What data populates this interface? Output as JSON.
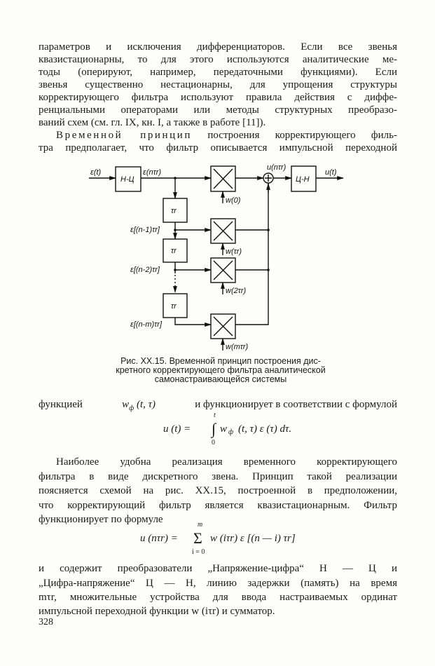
{
  "top_text": {
    "lines": [
      "параметров и исключения дифференциаторов. Если все звенья",
      "квазистационарны, то для этого используются аналитические ме-",
      "тоды (оперируют, например, передаточными функциями). Если",
      "звенья существенно нестационарны, для упрощения структуры",
      "корректирующего фильтра используют правила действия с диффе-",
      "ренциальными операторами или методы структурных преобразо-",
      "ваний схем (см. гл. IX, кн. I, а также в работе [11]).",
      "Временной принцип построения корректирующего филь-",
      "тра предполагает, что фильтр описывается импульсной переходной"
    ],
    "spaced_phrase": "Временной принцип",
    "line8_rest": " построения корректирующего филь-"
  },
  "figure": {
    "labels": {
      "input": "ε(t)",
      "adc": "Н-Ц",
      "e_n": "ε(nτr)",
      "u_n": "u(nτr)",
      "dac": "Ц-Н",
      "output": "u(t)",
      "delay": "τr",
      "e_n1": "ε[(n-1)τr]",
      "e_n2": "ε[(n-2)τr]",
      "e_nm": "ε[(n-m)τr]",
      "w0": "w(0)",
      "w1": "w(τr)",
      "w2": "w(2τr)",
      "wm": "w(mτr)"
    },
    "caption": [
      "Рис. XX.15. Временной принцип построения дис-",
      "кретного корректирующего фильтра аналитической",
      "самонастраивающейся системы"
    ]
  },
  "middle_text": {
    "line1_a": "функцией",
    "line1_w": "w",
    "line1_sub": "ф",
    "line1_b": "(t, τ)",
    "line1_c": "и функционирует в соответствии с формулой",
    "formula1": {
      "lhs": "u (t) =",
      "int": "∫",
      "upper": "t",
      "lower": "0",
      "w": "w",
      "sub": "ф",
      "rest": "(t, τ) ε (τ) dτ."
    }
  },
  "para2": {
    "lines": [
      "Наиболее удобна реализация временного корректирующего",
      "фильтра в виде дискретного звена. Принцип такой реализации",
      "поясняется схемой на рис. XX.15, построенной в предположении,",
      "что корректирующий фильтр является квазистационарным. Фильтр",
      "функционирует по формуле"
    ],
    "formula2": {
      "lhs": "u (nτr) =",
      "sum": "Σ",
      "upper": "m",
      "lower": "i = 0",
      "rest": "w (iτr) ε [(n — i) τr]"
    }
  },
  "para3": {
    "lines": [
      "и содержит преобразователи „Напряжение-цифра“ Н — Ц и",
      "„Цифра-напряжение“ Ц — Н, линию задержки (память) на время",
      "mτr, множительные устройства для ввода настраиваемых ординат",
      "импульсной переходной функции w (iτr) и сумматор."
    ]
  },
  "page_number": "328"
}
